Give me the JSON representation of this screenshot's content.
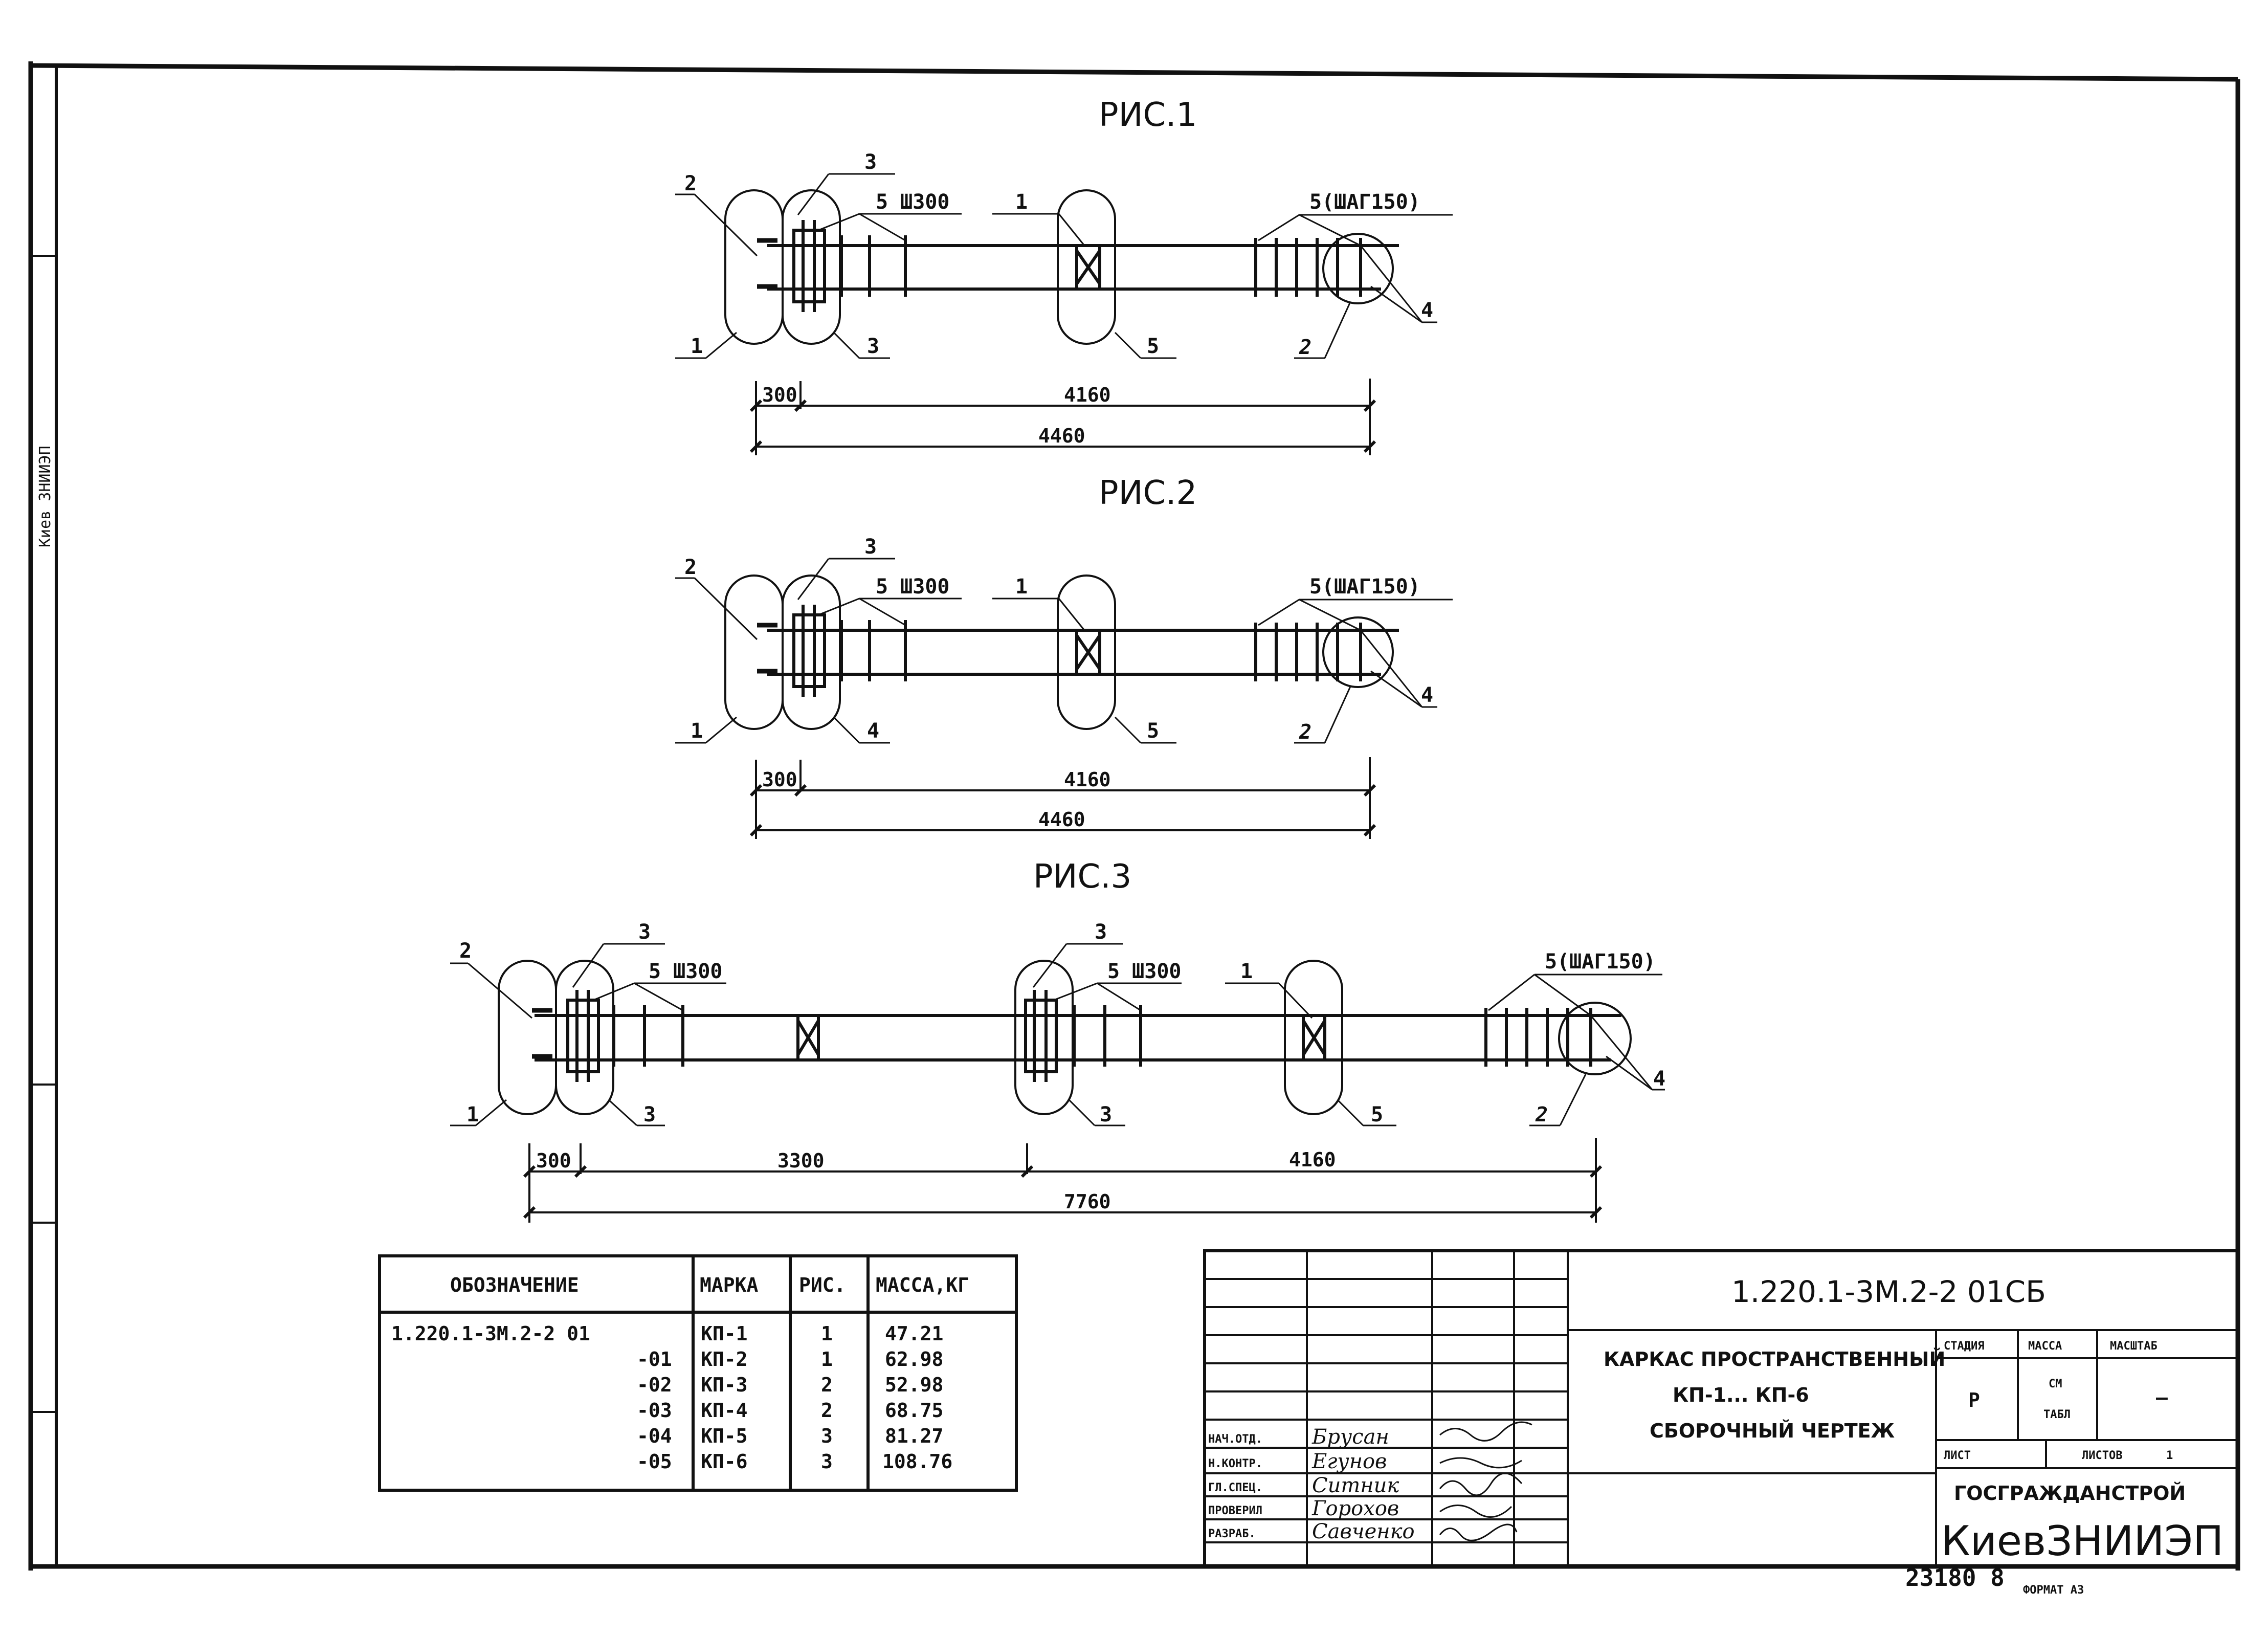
{
  "side_stamp": "Киев ЗНИИЭП",
  "figures": [
    {
      "title": "РИС.1",
      "pitch_note": "5 Ш300",
      "step_note": "5(ШАГ150)",
      "labels": {
        "top_left": "2",
        "top_second": "3",
        "mid_top": "1",
        "bottom_left": "1",
        "bottom_second": "3",
        "bottom_mid": "5",
        "circle": "2",
        "circle_right": "4"
      },
      "dims": {
        "first": "300",
        "second": "4160",
        "total": "4460"
      }
    },
    {
      "title": "РИС.2",
      "pitch_note": "5 Ш300",
      "step_note": "5(ШАГ150)",
      "labels": {
        "top_left": "2",
        "top_second": "3",
        "mid_top": "1",
        "bottom_left": "1",
        "bottom_second": "4",
        "bottom_mid": "5",
        "circle": "2",
        "circle_right": "4"
      },
      "dims": {
        "first": "300",
        "second": "4160",
        "total": "4460"
      }
    },
    {
      "title": "РИС.3",
      "pitch_note": "5 Ш300",
      "pitch_note_2": "5 Ш300",
      "step_note": "5(ШАГ150)",
      "labels": {
        "top_left": "2",
        "top_second": "3",
        "mid_top_a": "3",
        "mid_top_b": "1",
        "bottom_left": "1",
        "bottom_second": "3",
        "bottom_mid_a": "3",
        "bottom_mid_b": "5",
        "circle": "2",
        "circle_right": "4"
      },
      "dims": {
        "first": "300",
        "second": "3300",
        "third": "4160",
        "total": "7760"
      }
    }
  ],
  "spec_table": {
    "headers": [
      "ОБОЗНАЧЕНИЕ",
      "МАРКА",
      "РИС.",
      "МАССА,КГ"
    ],
    "rows": [
      [
        "1.220.1-3М.2-2 01",
        "КП-1",
        "1",
        "47.21"
      ],
      [
        "-01",
        "КП-2",
        "1",
        "62.98"
      ],
      [
        "-02",
        "КП-3",
        "2",
        "52.98"
      ],
      [
        "-03",
        "КП-4",
        "2",
        "68.75"
      ],
      [
        "-04",
        "КП-5",
        "3",
        "81.27"
      ],
      [
        "-05",
        "КП-6",
        "3",
        "108.76"
      ]
    ]
  },
  "title_block": {
    "code": "1.220.1-3М.2-2  01СБ",
    "name_line1": "КАРКАС ПРОСТРАНСТВЕННЫЙ",
    "name_line2": "КП-1...  КП-6",
    "name_line3": "СБОРОЧНЫЙ ЧЕРТЕЖ",
    "stage_label": "СТАДИЯ",
    "mass_label": "МАССА",
    "scale_label": "МАСШТАБ",
    "stage_value": "Р",
    "mass_value_1": "СМ",
    "mass_value_2": "ТАБЛ",
    "scale_value": "—",
    "sheet_label": "ЛИСТ",
    "sheets_label": "ЛИСТОВ",
    "sheets_value": "1",
    "org_1": "ГОСГРАЖДАНСТРОЙ",
    "org_2": "КиевЗНИИЭП",
    "roles": [
      "НАЧ.ОТД.",
      "Н.КОНТР.",
      "ГЛ.СПЕЦ.",
      "ПРОВЕРИЛ",
      "РАЗРАБ."
    ],
    "names": [
      "Брусан",
      "Егунов",
      "Ситник",
      "Горохов",
      "Савченко"
    ]
  },
  "archive_number": "23180  8",
  "format_note": "ФОРМАТ А3"
}
